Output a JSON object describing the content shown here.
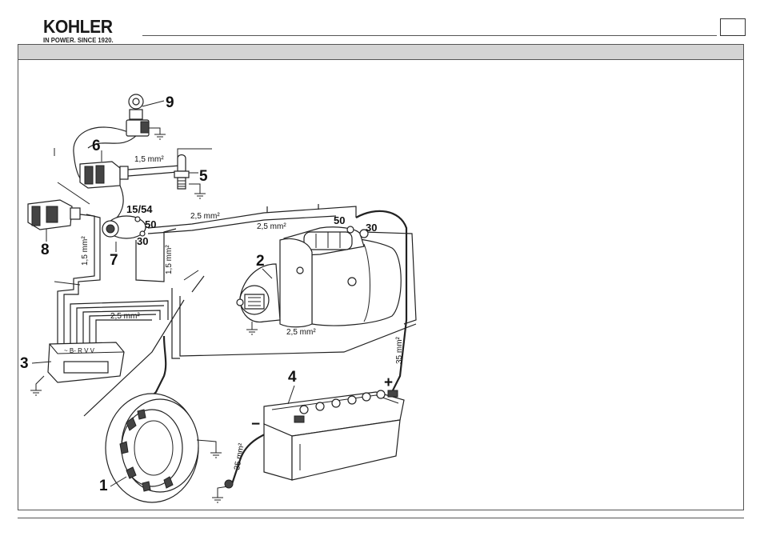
{
  "header": {
    "brand": "KOHLER",
    "tagline": "IN POWER. SINCE 1920.",
    "page_number": "",
    "section_title": ""
  },
  "diagram": {
    "callouts": {
      "c1": "1",
      "c2": "2",
      "c3": "3",
      "c4": "4",
      "c5": "5",
      "c6": "6",
      "c7": "7",
      "c8": "8",
      "c9": "9"
    },
    "terminals": {
      "key_15_54": "15/54",
      "key_50": "50",
      "key_30": "30",
      "starter_50": "50",
      "starter_30": "30",
      "battery_plus": "+",
      "battery_minus": "−"
    },
    "wire_labels": {
      "w_15_top": "1,5 mm²",
      "w_15_left": "1,5 mm²",
      "w_15_mid": "1,5 mm²",
      "w_25_upper": "2,5 mm²",
      "w_25_main": "2,5 mm²",
      "w_25_reg": "2,5 mm²",
      "w_25_lower": "2,5 mm²",
      "w_35_right": "35 mm²",
      "w_35_ground": "35 mm²"
    },
    "regulator_terminals": "~ B- R V V"
  }
}
